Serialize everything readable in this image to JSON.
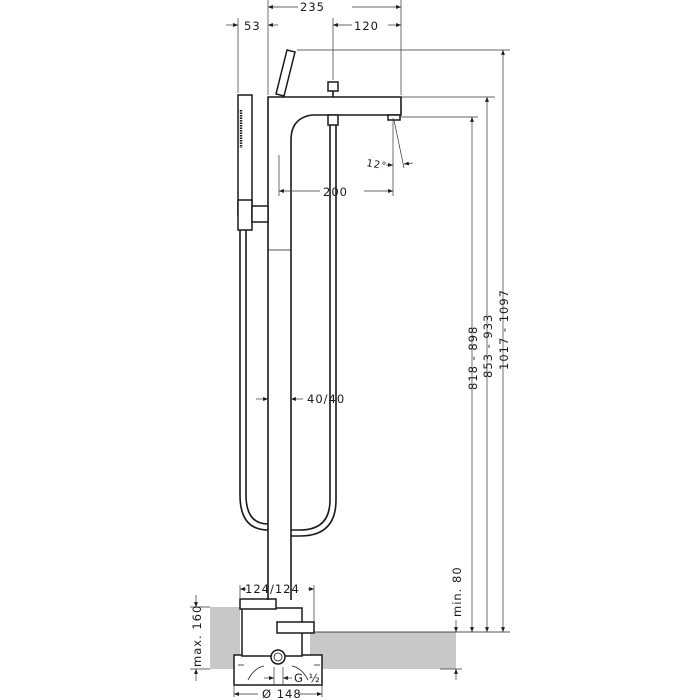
{
  "drawing": {
    "dimensions": {
      "total_reach": "235",
      "hand_shower_offset": "53",
      "diverter_offset": "120",
      "spout_angle": "12°",
      "spout_reach": "200",
      "column_size": "40/40",
      "box_size": "124/124",
      "max_depth": "max. 160",
      "thread": "G ½",
      "box_diameter": "Ø 148",
      "min_depth": "min. 80",
      "spout_outlet_height": "818 - 898",
      "spout_top_height": "853 - 933",
      "overall_height": "1017 - 1097"
    },
    "colors": {
      "floor": "#c8c8c8",
      "lines": "#1a1a1a"
    }
  }
}
